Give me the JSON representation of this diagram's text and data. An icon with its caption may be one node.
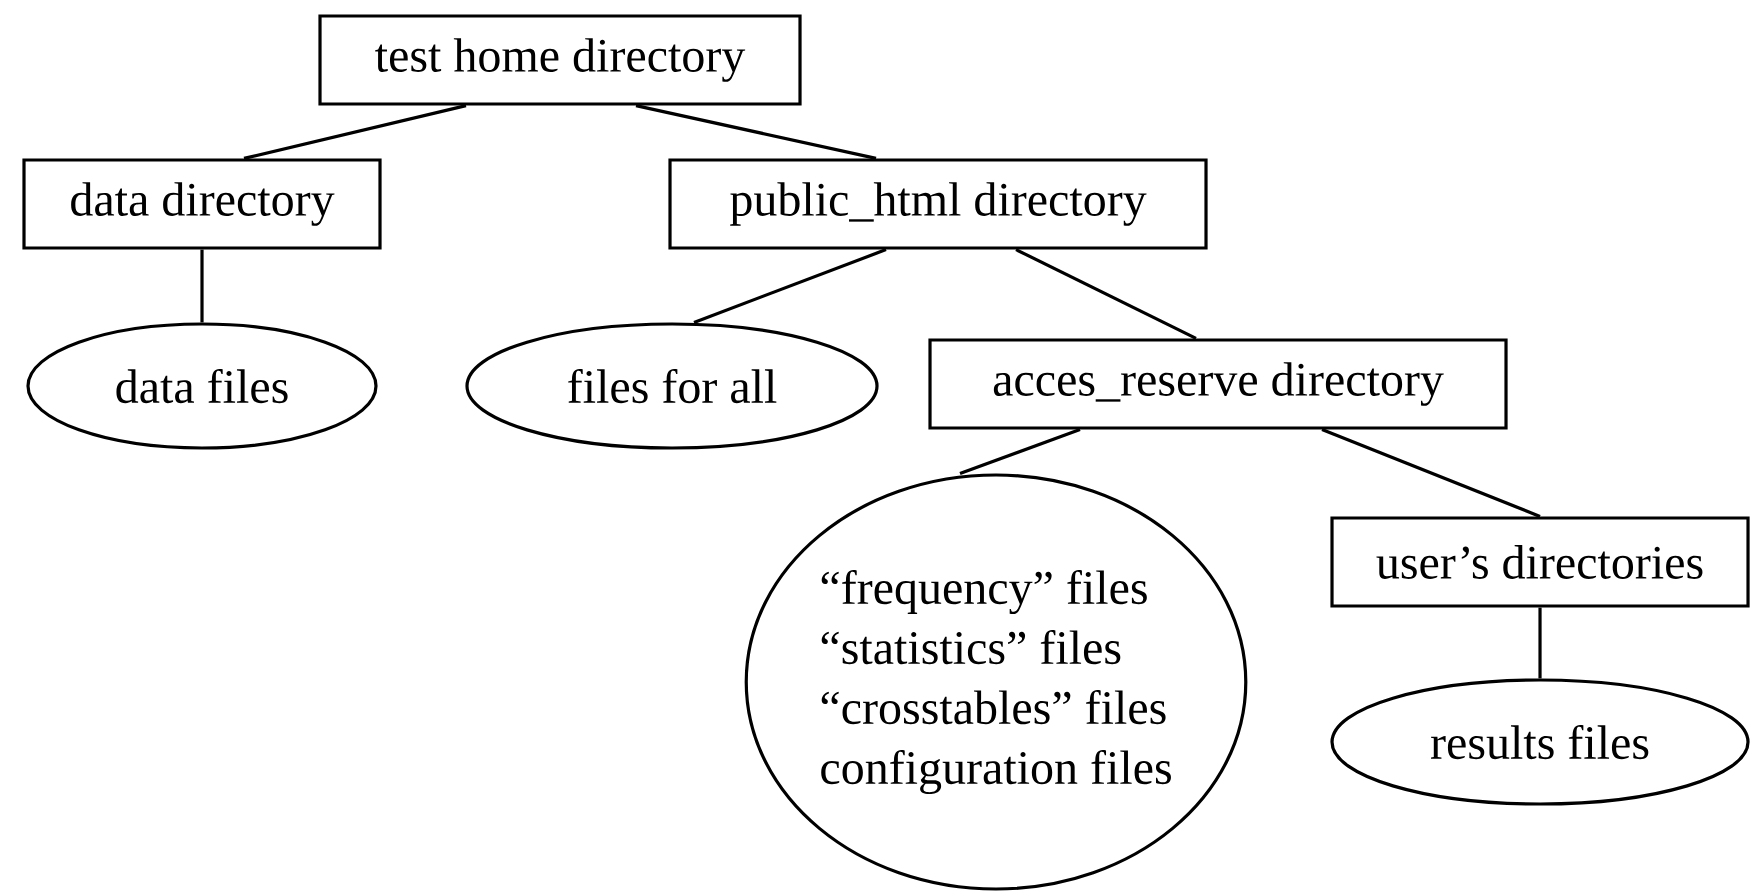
{
  "diagram": {
    "nodes": [
      {
        "text": [
          "test home directory"
        ]
      },
      {
        "text": [
          "data directory"
        ]
      },
      {
        "text": [
          "public_html directory"
        ]
      },
      {
        "text": [
          "data files"
        ]
      },
      {
        "text": [
          "files for all"
        ]
      },
      {
        "text": [
          "acces_reserve directory"
        ]
      },
      {
        "text": [
          "“frequency” files",
          "“statistics” files",
          "“crosstables” files",
          "configuration files"
        ]
      },
      {
        "text": [
          "user’s directories"
        ]
      },
      {
        "text": [
          "results files"
        ]
      }
    ],
    "edges": [
      {
        "from": 0,
        "to": 1,
        "arrow": "none"
      },
      {
        "from": 0,
        "to": 2,
        "arrow": "none"
      },
      {
        "from": 1,
        "to": 3,
        "arrow": "none"
      },
      {
        "from": 2,
        "to": 4,
        "arrow": "none"
      },
      {
        "from": 2,
        "to": 5,
        "arrow": "none"
      },
      {
        "from": 5,
        "to": 6,
        "arrow": "none"
      },
      {
        "from": 5,
        "to": 7,
        "arrow": "none"
      },
      {
        "from": 7,
        "to": 8,
        "arrow": "none"
      }
    ]
  }
}
